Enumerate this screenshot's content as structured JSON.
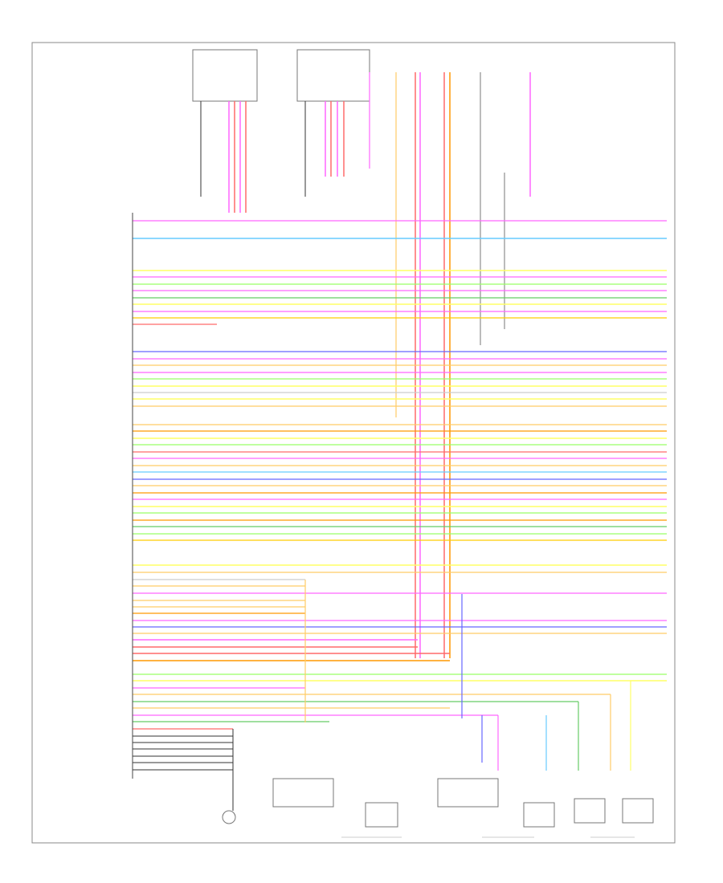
{
  "diagram": {
    "footer_left": "",
    "footer_labels": [
      "",
      "",
      ""
    ],
    "modules": [
      {
        "name": "left-top-module"
      },
      {
        "name": "right-top-module"
      },
      {
        "name": "bottom-left-component"
      },
      {
        "name": "bottom-right-component"
      }
    ],
    "wire_colors": {
      "red": "#ff6a6a",
      "pink": "#ff66ff",
      "orange": "#ff9900",
      "yellow": "#ffff66",
      "lime": "#99ff66",
      "green": "#66cc66",
      "cyan": "#66ccff",
      "blue": "#6666ff",
      "gray": "#cccccc",
      "black": "#333333"
    }
  }
}
